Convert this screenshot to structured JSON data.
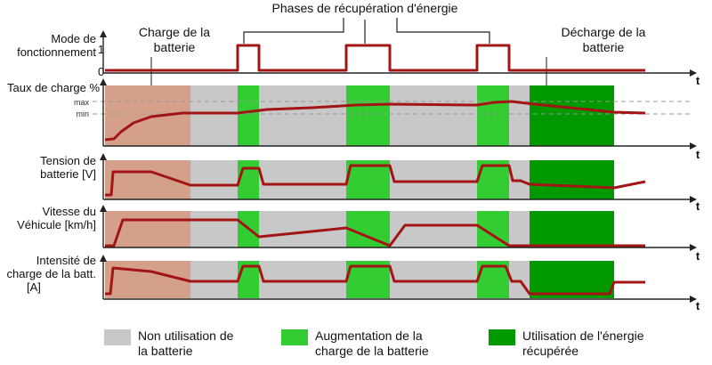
{
  "title": "Phases de récupération d'énergie",
  "annotations": {
    "charge": [
      "Charge de la",
      "batterie"
    ],
    "decharge": [
      "Décharge de la",
      "batterie"
    ]
  },
  "axis_time_label": "t",
  "rows": [
    {
      "key": "mode",
      "label": [
        "Mode de",
        "fonctionnement"
      ],
      "ticks": [
        "1",
        "0"
      ]
    },
    {
      "key": "soc",
      "label": [
        "Taux de charge %"
      ],
      "ticks": [
        "max",
        "min"
      ]
    },
    {
      "key": "tension",
      "label": [
        "Tension de",
        "batterie [V]"
      ]
    },
    {
      "key": "vitesse",
      "label": [
        "Vitesse  du",
        "Véhicule [km/h]"
      ]
    },
    {
      "key": "intensite",
      "label": [
        "Intensité de",
        "charge de la batt.",
        "[A]"
      ]
    }
  ],
  "legend": [
    {
      "key": "non",
      "color": "#c8c8c8",
      "lines": [
        "Non utilisation de",
        "la batterie"
      ]
    },
    {
      "key": "aug",
      "color": "#33cc33",
      "lines": [
        "Augmentation de la",
        "charge de la batterie"
      ]
    },
    {
      "key": "util",
      "color": "#009900",
      "lines": [
        "Utilisation de l'énergie",
        "récupérée"
      ]
    }
  ],
  "colors": {
    "charge_zone": "#d4a08a",
    "neutral_zone": "#c8c8c8",
    "recup_zone": "#33cc33",
    "use_zone": "#009900",
    "curve": "#a31515",
    "axis": "#222222",
    "ref_line": "#999999"
  },
  "phase_sequence": [
    "charge",
    "neutral",
    "recup",
    "neutral",
    "recup",
    "neutral",
    "recup",
    "neutral",
    "use"
  ]
}
